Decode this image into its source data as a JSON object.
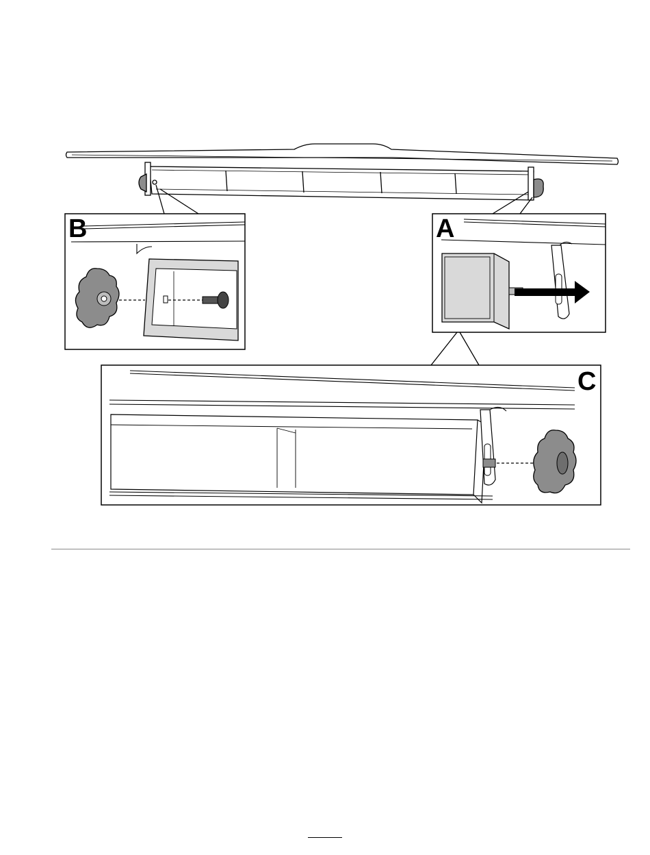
{
  "figure": {
    "callouts": {
      "a": "A",
      "b": "B",
      "c": "C"
    }
  },
  "colors": {
    "line": "#000000",
    "part_fill": "#d9d9d9",
    "knob_fill": "#8c8c8c",
    "arrow": "#000000"
  },
  "icons": [
    "star-knob-icon",
    "carriage-bolt-icon",
    "direction-arrow-icon"
  ]
}
